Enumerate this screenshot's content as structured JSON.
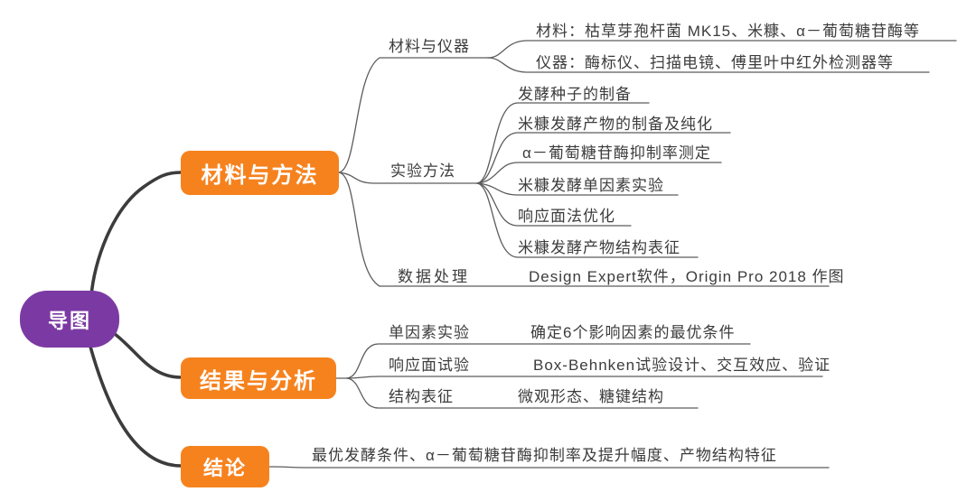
{
  "root": {
    "label": "导图"
  },
  "branches": [
    {
      "label": "材料与方法",
      "children": [
        {
          "label": "材料与仪器",
          "leaves": [
            "材料：枯草芽孢杆菌 MK15、米糠、α－葡萄糖苷酶等",
            "仪器：酶标仪、扫描电镜、傅里叶中红外检测器等"
          ]
        },
        {
          "label": "实验方法",
          "leaves": [
            "发酵种子的制备",
            "米糠发酵产物的制备及纯化",
            "α－葡萄糖苷酶抑制率测定",
            "米糠发酵单因素实验",
            "响应面法优化",
            "米糠发酵产物结构表征"
          ]
        },
        {
          "label": "数据处理",
          "leaves": [
            "Design Expert软件，Origin Pro 2018 作图"
          ]
        }
      ]
    },
    {
      "label": "结果与分析",
      "children": [
        {
          "label": "单因素实验",
          "leaves": [
            "确定6个影响因素的最优条件"
          ]
        },
        {
          "label": "响应面试验",
          "leaves": [
            "Box-Behnken试验设计、交互效应、验证"
          ]
        },
        {
          "label": "结构表征",
          "leaves": [
            "微观形态、糖键结构"
          ]
        }
      ]
    },
    {
      "label": "结论",
      "children": [
        {
          "label": "",
          "leaves": [
            "最优发酵条件、α－葡萄糖苷酶抑制率及提升幅度、产物结构特征"
          ]
        }
      ]
    }
  ],
  "colors": {
    "branch_fill": "#F6821E",
    "root_fill": "#7B3AA3",
    "line": "#5C5C5C",
    "trunk_line": "#3C3C3C",
    "text": "#3C3C3C",
    "node_text": "#FFFFFF"
  }
}
